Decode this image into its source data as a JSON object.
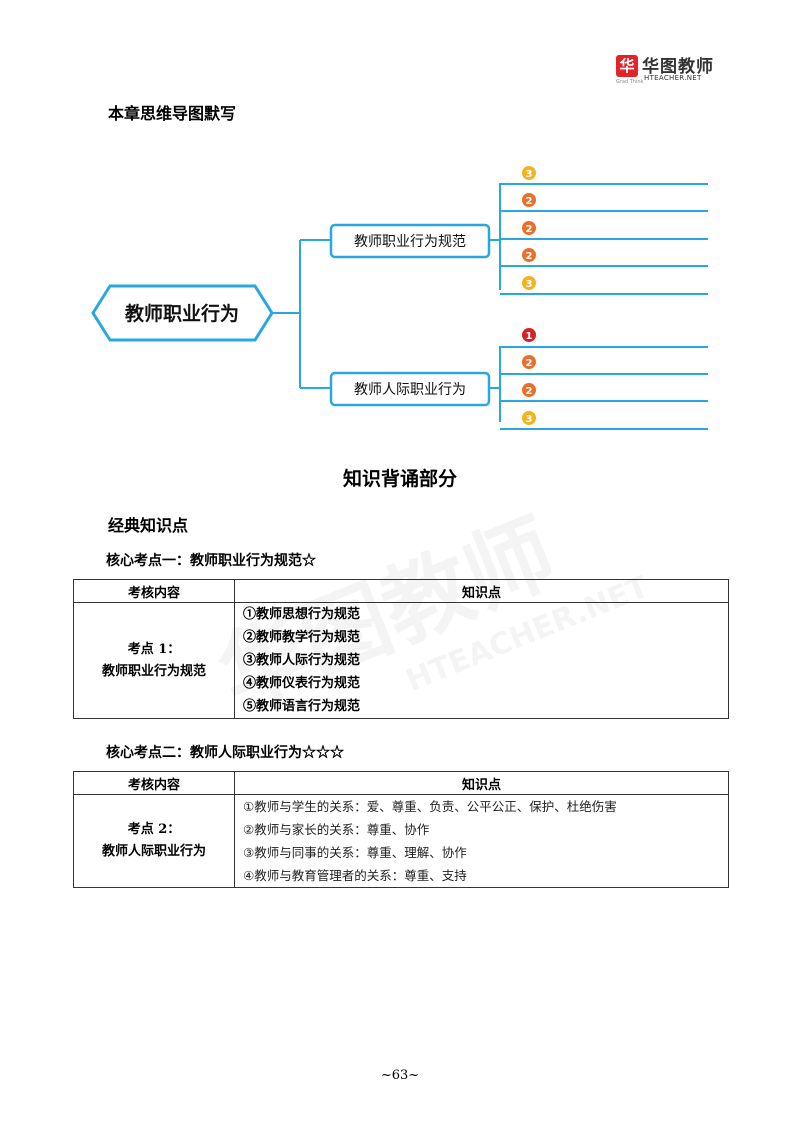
{
  "brand": {
    "logo_mark": "华",
    "logo_sub": "Grad Think",
    "name": "华图教师",
    "en": "HTEACHER.NET"
  },
  "mindmap": {
    "heading": "本章思维导图默写",
    "root": "教师职业行为",
    "branch1": {
      "label": "教师职业行为规范",
      "badges": [
        "3",
        "2",
        "2",
        "2",
        "3"
      ]
    },
    "branch2": {
      "label": "教师人际职业行为",
      "badges": [
        "1",
        "2",
        "2",
        "3"
      ]
    },
    "badge_colors": {
      "1": "#d42027",
      "2": "#e8702a",
      "3": "#f2b31e"
    },
    "line_color": "#29a8e0"
  },
  "section_title": "知识背诵部分",
  "subsection_title": "经典知识点",
  "core1": {
    "title": "核心考点一：教师职业行为规范☆",
    "header": [
      "考核内容",
      "知识点"
    ],
    "point_line1": "考点 1：",
    "point_line2": "教师职业行为规范",
    "items": [
      "①教师思想行为规范",
      "②教师教学行为规范",
      "③教师人际行为规范",
      "④教师仪表行为规范",
      "⑤教师语言行为规范"
    ]
  },
  "core2": {
    "title": "核心考点二：教师人际职业行为☆☆☆",
    "header": [
      "考核内容",
      "知识点"
    ],
    "point_line1": "考点 2：",
    "point_line2": "教师人际职业行为",
    "items": [
      "①教师与学生的关系：爱、尊重、负责、公平公正、保护、杜绝伤害",
      "②教师与家长的关系：尊重、协作",
      "③教师与同事的关系：尊重、理解、协作",
      "④教师与教育管理者的关系：尊重、支持"
    ]
  },
  "page_number": "~63~"
}
